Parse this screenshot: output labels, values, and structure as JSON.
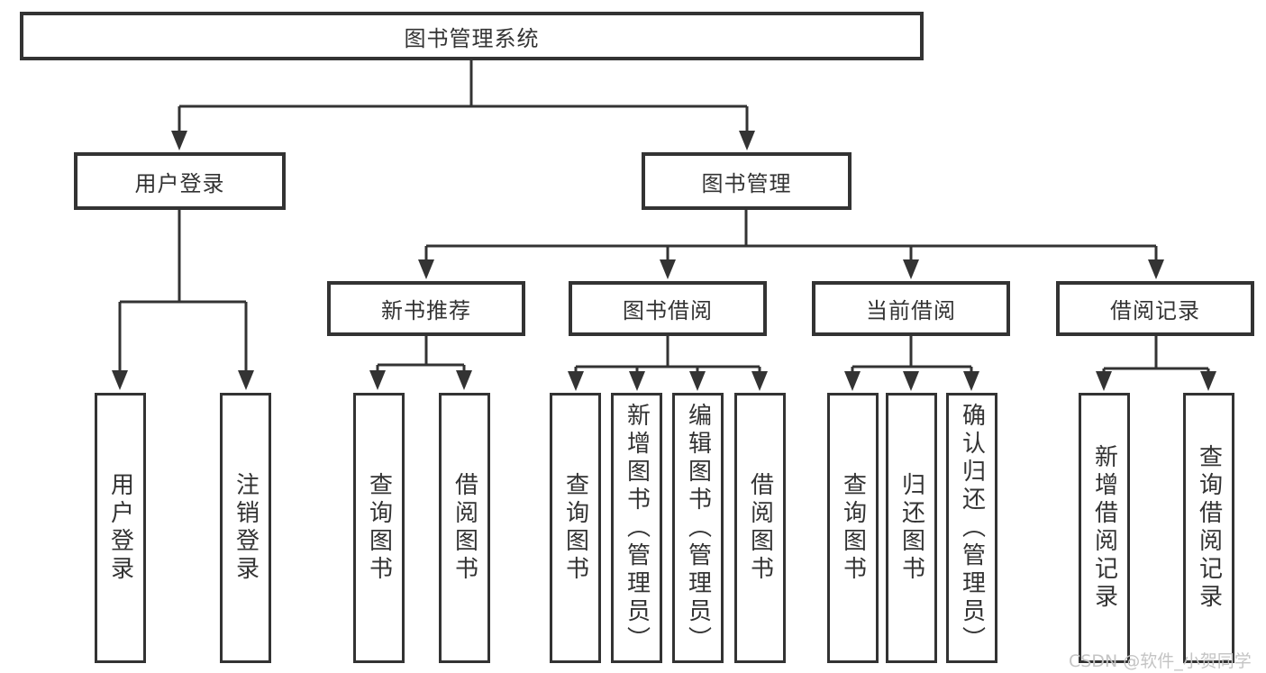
{
  "tree": {
    "root": {
      "label": "图书管理系统"
    },
    "user_login": {
      "label": "用户登录",
      "children": [
        "用户登录",
        "注销登录"
      ]
    },
    "book_management": {
      "label": "图书管理",
      "sections": [
        {
          "label": "新书推荐",
          "children": [
            "查询图书",
            "借阅图书"
          ]
        },
        {
          "label": "图书借阅",
          "children": [
            "查询图书",
            "新增图书（管理员）",
            "编辑图书（管理员）",
            "借阅图书"
          ]
        },
        {
          "label": "当前借阅",
          "children": [
            "查询图书",
            "归还图书",
            "确认归还（管理员）"
          ]
        },
        {
          "label": "借阅记录",
          "children": [
            "新增借阅记录",
            "查询借阅记录"
          ]
        }
      ]
    }
  },
  "watermark": {
    "text": "CSDN @软件_小贺同学"
  },
  "colors": {
    "line": "#333333",
    "text": "#333333",
    "watermark": "#c4c4c4",
    "background": "#ffffff"
  }
}
